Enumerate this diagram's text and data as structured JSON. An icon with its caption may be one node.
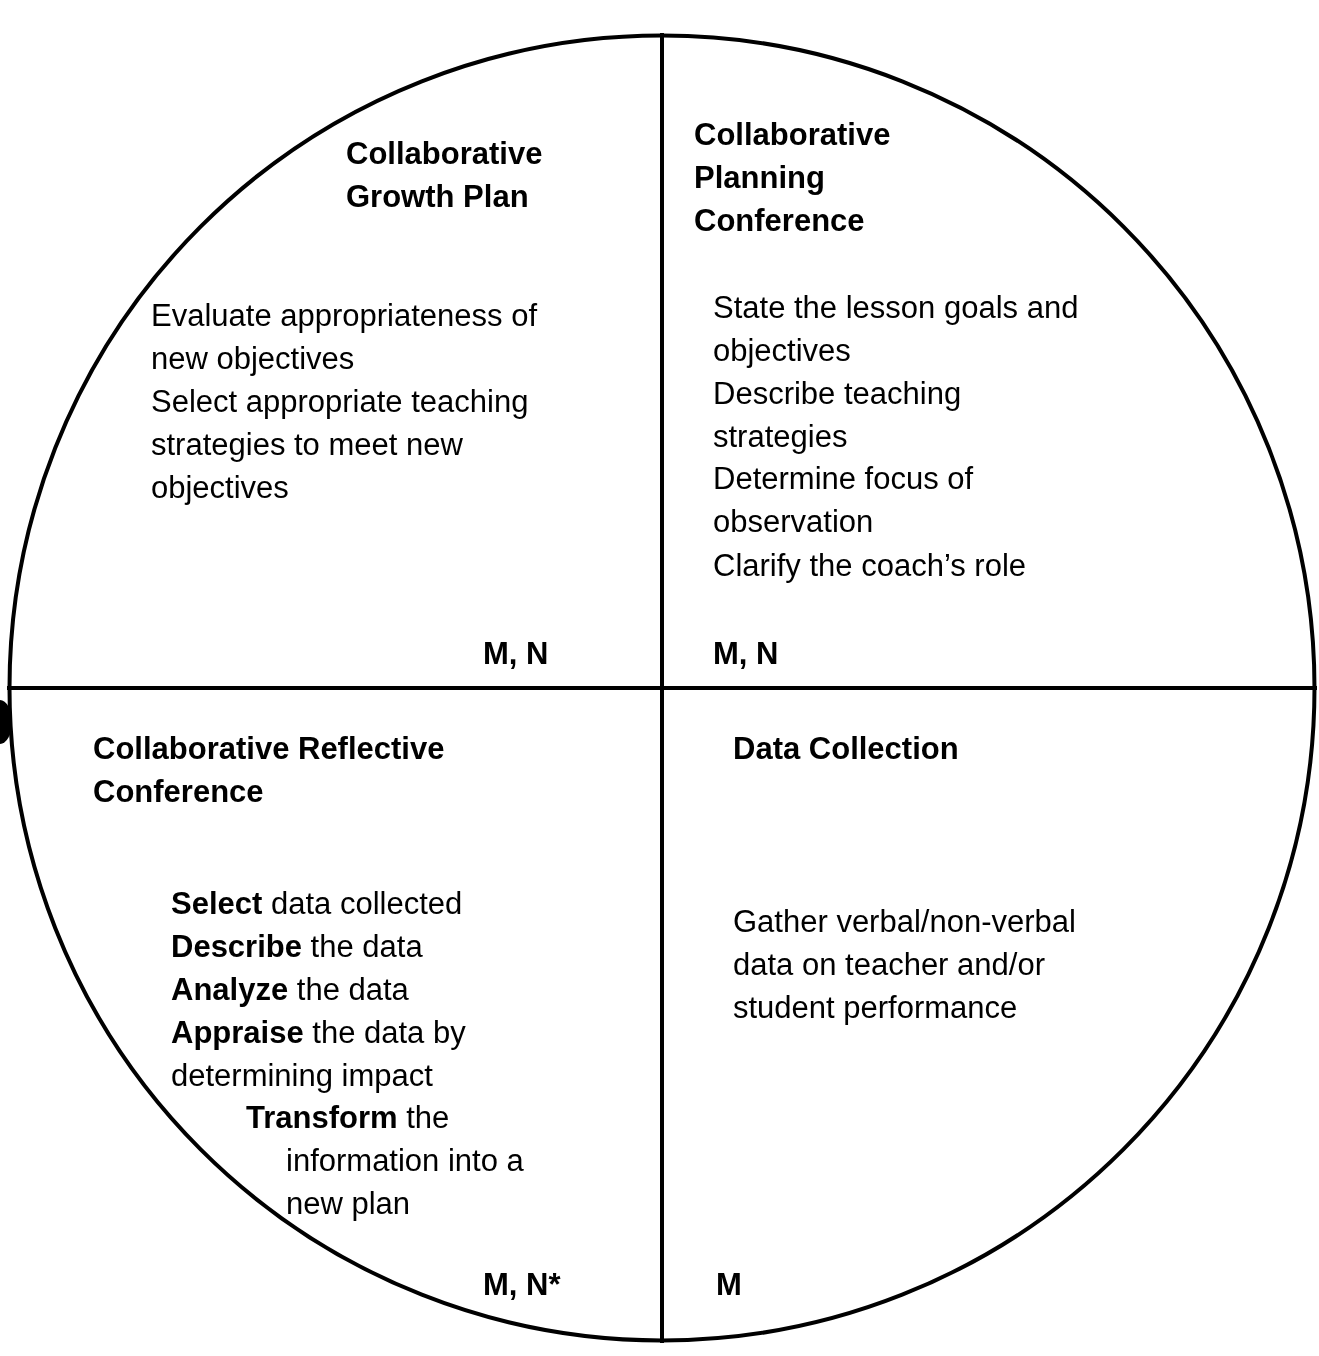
{
  "diagram": {
    "nodes": [
      {
        "text": [],
        "shape": "circle"
      },
      {
        "text": [
          "Collaborative Growth Plan",
          "Evaluate appropriateness of new objectives",
          "Select appropriate teaching strategies to meet new objectives",
          "M, N"
        ],
        "in": 0
      },
      {
        "text": [
          "Collaborative Planning Conference",
          "State the lesson goals and objectives",
          "Describe teaching strategies",
          "Determine focus of observation",
          "Clarify the coach’s role",
          "M, N"
        ],
        "in": 0
      },
      {
        "text": [
          "Collaborative Reflective Conference",
          "**Select** data collected",
          "**Describe** the data",
          "**Analyze** the data",
          "**Appraise** the data by determining impact",
          "**Transform** the information into a new plan",
          "M, N*"
        ],
        "in": 0
      },
      {
        "text": [
          "Data Collection",
          "Gather verbal/non-verbal data on teacher and/or student performance",
          "M"
        ],
        "in": 0
      }
    ]
  }
}
